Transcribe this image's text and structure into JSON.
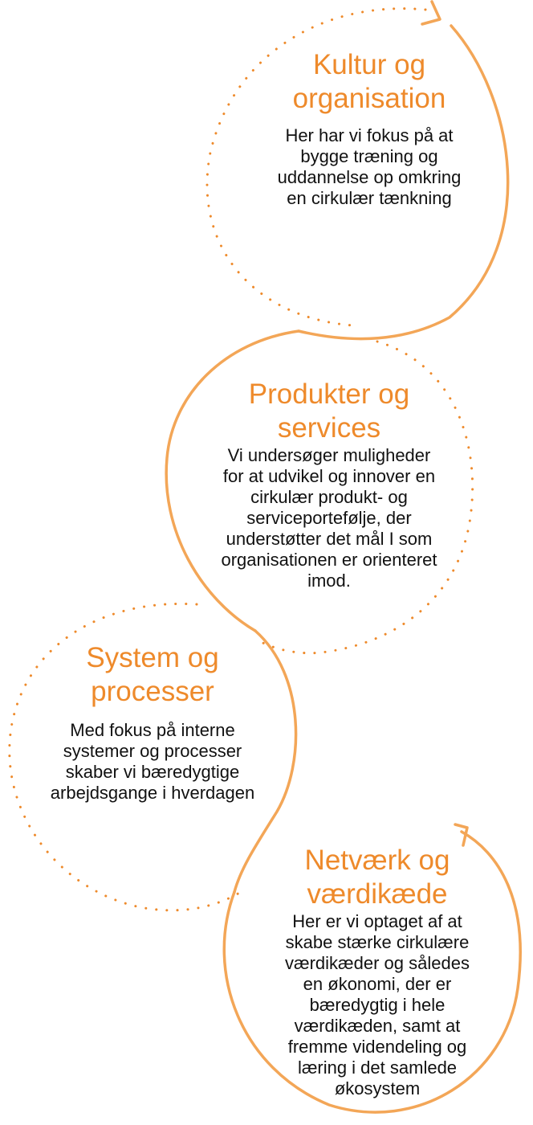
{
  "accent_color": "#ee8a2b",
  "text_color": "#111111",
  "sections": [
    {
      "title_lines": [
        "Kultur og",
        "organisation"
      ],
      "body_lines": [
        "Her har vi fokus på at",
        "bygge træning og",
        "uddannelse op omkring",
        "en cirkulær tænkning"
      ]
    },
    {
      "title_lines": [
        "Produkter og",
        "services"
      ],
      "body_lines": [
        "Vi undersøger muligheder",
        "for at udvikel og innover en",
        "cirkulær produkt- og",
        "serviceportefølje, der",
        "understøtter det mål I som",
        "organisationen er orienteret",
        "imod."
      ]
    },
    {
      "title_lines": [
        "System og",
        "processer"
      ],
      "body_lines": [
        "Med fokus på interne",
        "systemer og processer",
        "skaber vi bæredygtige",
        "arbejdsgange i hverdagen"
      ]
    },
    {
      "title_lines": [
        "Netværk og",
        "værdikæde"
      ],
      "body_lines": [
        "Her er vi optaget af at",
        "skabe stærke cirkulære",
        "værdikæder og således",
        "en økonomi, der er",
        "bæredygtig i hele",
        "værdikæden, samt at",
        "fremme videndeling og",
        "læring i det samlede",
        "økosystem"
      ]
    }
  ]
}
